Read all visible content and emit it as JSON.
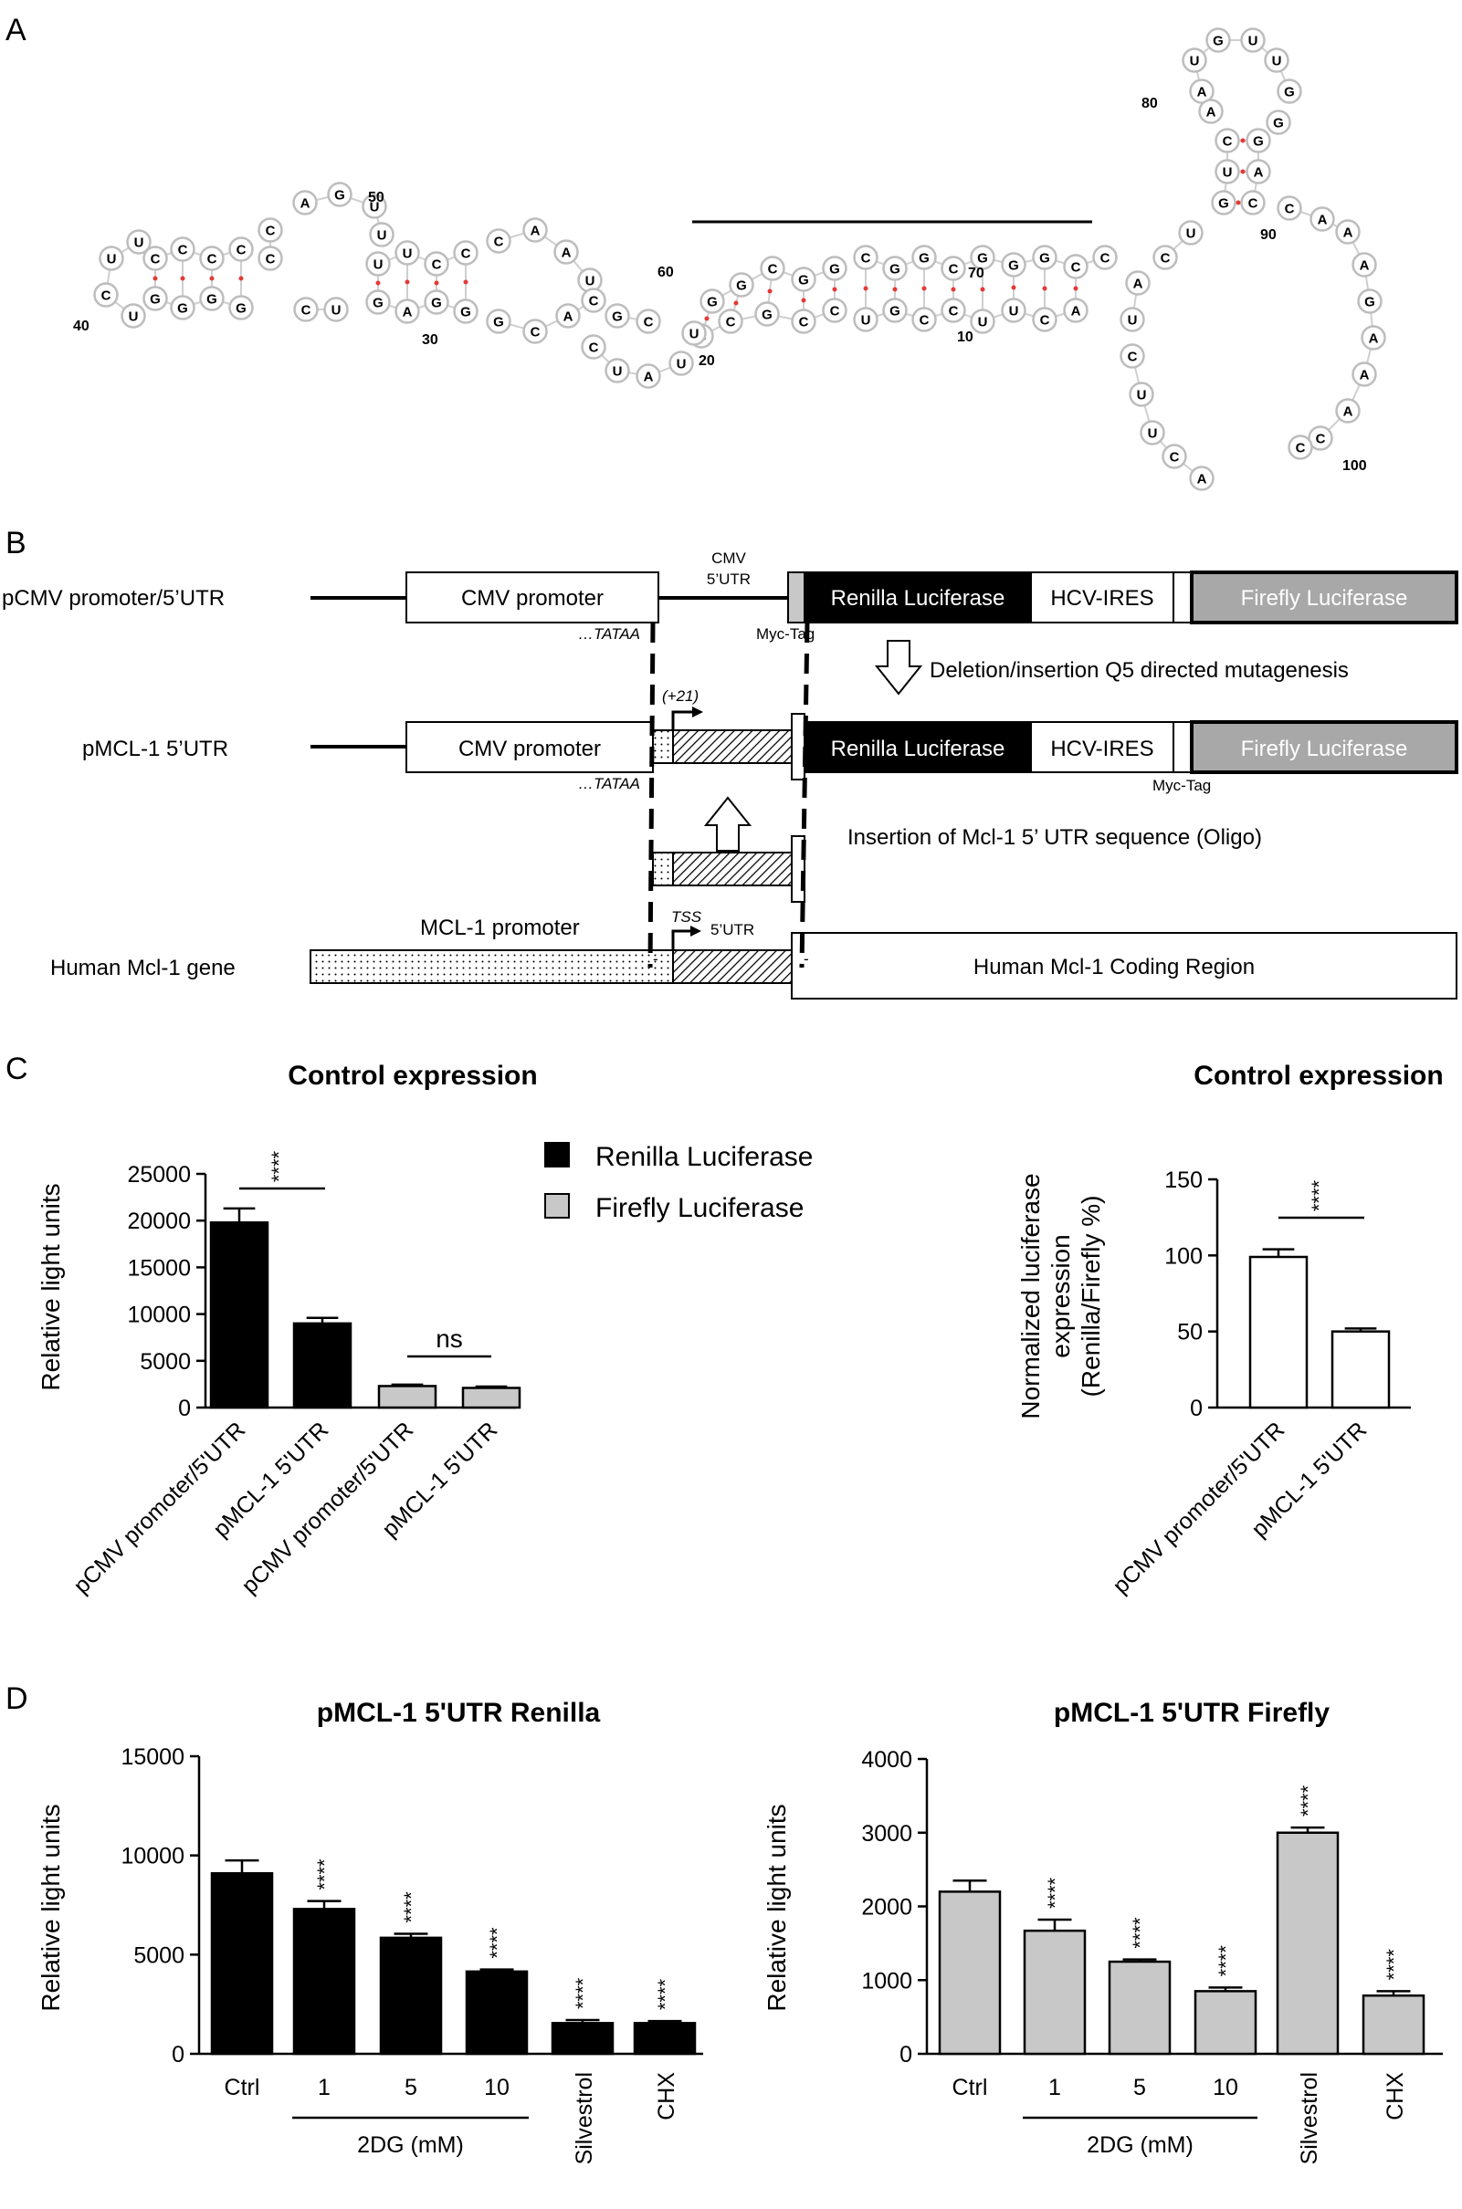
{
  "panel_labels": [
    "A",
    "B",
    "C",
    "D"
  ],
  "rna": {
    "stems": [
      {
        "a": [
          "C",
          "C",
          "C",
          "C"
        ],
        "b": [
          "G",
          "G",
          "G",
          "G"
        ]
      },
      {
        "a": [
          "U",
          "U",
          "C",
          "C"
        ],
        "b": [
          "G",
          "A",
          "G",
          "G"
        ]
      },
      {
        "a": [
          "G",
          "G",
          "C",
          "G",
          "G"
        ],
        "b": [
          "C",
          "C",
          "G",
          "C",
          "C"
        ]
      },
      {
        "a": [
          "G",
          "U",
          "C"
        ],
        "b": [
          "C",
          "A",
          "G"
        ]
      },
      {
        "a": [
          "C",
          "C",
          "C"
        ],
        "b": [
          "G",
          "G",
          "G"
        ]
      }
    ],
    "loops": [
      [
        "U",
        "U",
        "C",
        "U"
      ],
      [
        "A",
        "G",
        "U",
        "U"
      ],
      [
        "U",
        "G",
        "U",
        "U",
        "G",
        "G"
      ]
    ],
    "mid": [
      "C",
      "A",
      "A",
      "U",
      "G",
      "C",
      "A",
      "C",
      "C",
      "U",
      "A",
      "U",
      "G",
      "C"
    ],
    "tail1": [
      "C",
      "U",
      "U",
      "C",
      "A"
    ],
    "tail2": [
      "C",
      "A",
      "A",
      "A",
      "G",
      "A",
      "A",
      "A",
      "C"
    ],
    "position_labels": [
      "10",
      "20",
      "30",
      "40",
      "50",
      "60",
      "70",
      "80",
      "90",
      "100"
    ]
  },
  "construct": {
    "row1_label": "pCMV promoter/5’UTR",
    "row2_label": "pMCL-1 5’UTR",
    "row4_label": "Human Mcl-1 gene",
    "cmv_promoter": "CMV promoter",
    "tataa": "…TATAA",
    "cmv_utr_line1": "CMV",
    "cmv_utr_line2": "5’UTR",
    "renilla": "Renilla Luciferase",
    "hcv": "HCV-IRES",
    "firefly": "Firefly Luciferase",
    "myc_tag": "Myc-Tag",
    "plus21": "(+21)",
    "deletion_note": "Deletion/insertion Q5 directed mutagenesis",
    "insertion_note": "Insertion of Mcl-1 5’ UTR sequence (Oligo)",
    "mcl1_promoter": "MCL-1 promoter",
    "tss": "TSS",
    "utr": "5’UTR",
    "coding": "Human Mcl-1 Coding Region",
    "dash": "-"
  },
  "chart_data": [
    {
      "type": "bar",
      "title": "Control expression",
      "ylabel": "Relative light units",
      "ylim": [
        0,
        25000
      ],
      "yticks": [
        0,
        5000,
        10000,
        15000,
        20000,
        25000
      ],
      "categories": [
        "pCMV promoter/5'UTR",
        "pMCL-1 5'UTR",
        "pCMV promoter/5'UTR",
        "pMCL-1 5'UTR"
      ],
      "values": [
        19800,
        9000,
        2300,
        2100
      ],
      "errors": [
        1500,
        600,
        150,
        150
      ],
      "bar_colors": [
        "#000000",
        "#000000",
        "#c8c8c8",
        "#c8c8c8"
      ],
      "legend": [
        {
          "name": "Renilla Luciferase",
          "color": "#000000"
        },
        {
          "name": "Firefly Luciferase",
          "color": "#c8c8c8"
        }
      ],
      "annotations": [
        "****",
        "ns"
      ]
    },
    {
      "type": "bar",
      "title": "Control expression",
      "ylabel": [
        "Normalized luciferase",
        "expression",
        "(Renilla/Firefly %)"
      ],
      "ylim": [
        0,
        150
      ],
      "yticks": [
        0,
        50,
        100,
        150
      ],
      "categories": [
        "pCMV promoter/5'UTR",
        "pMCL-1 5'UTR"
      ],
      "values": [
        99,
        50
      ],
      "errors": [
        5,
        2
      ],
      "bar_colors": [
        "#ffffff",
        "#ffffff"
      ],
      "annotations": [
        "****"
      ]
    },
    {
      "type": "bar",
      "title": "pMCL-1 5'UTR Renilla",
      "ylabel": "Relative light units",
      "ylim": [
        0,
        15000
      ],
      "yticks": [
        0,
        5000,
        10000,
        15000
      ],
      "categories": [
        "Ctrl",
        "1",
        "5",
        "10",
        "Silvestrol",
        "CHX"
      ],
      "values": [
        9100,
        7300,
        5850,
        4150,
        1550,
        1550
      ],
      "errors": [
        650,
        400,
        200,
        100,
        150,
        100
      ],
      "bar_colors": [
        "#000000",
        "#000000",
        "#000000",
        "#000000",
        "#000000",
        "#000000"
      ],
      "significance": [
        "",
        "****",
        "****",
        "****",
        "****",
        "****"
      ],
      "group_label": "2DG (mM)"
    },
    {
      "type": "bar",
      "title": "pMCL-1 5'UTR Firefly",
      "ylabel": "Relative light units",
      "ylim": [
        0,
        4000
      ],
      "yticks": [
        0,
        1000,
        2000,
        3000,
        4000
      ],
      "categories": [
        "Ctrl",
        "1",
        "5",
        "10",
        "Silvestrol",
        "CHX"
      ],
      "values": [
        2200,
        1670,
        1250,
        850,
        3000,
        790
      ],
      "errors": [
        150,
        150,
        30,
        50,
        70,
        60
      ],
      "bar_colors": [
        "#c8c8c8",
        "#c8c8c8",
        "#c8c8c8",
        "#c8c8c8",
        "#c8c8c8",
        "#c8c8c8"
      ],
      "significance": [
        "",
        "****",
        "****",
        "****",
        "****",
        "****"
      ],
      "group_label": "2DG (mM)"
    }
  ]
}
